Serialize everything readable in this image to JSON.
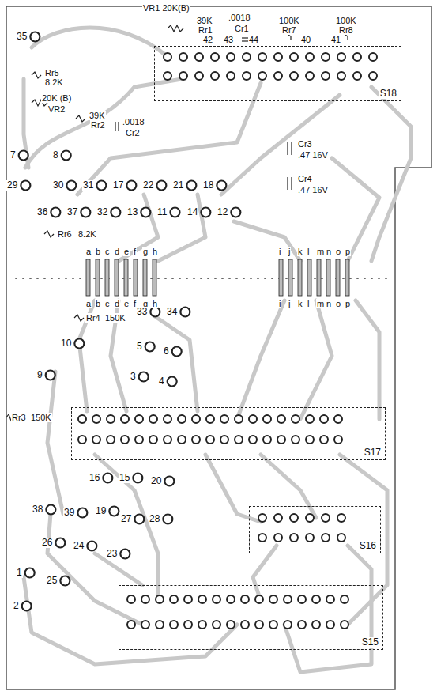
{
  "diagram": {
    "nodes": [
      {
        "text": [
          "S18"
        ]
      },
      {
        "text": [
          "S17"
        ]
      },
      {
        "text": [
          "S16"
        ]
      },
      {
        "text": [
          "S15"
        ]
      }
    ],
    "labels": [
      "VR1 20K(B)",
      "39K",
      "Rr1",
      ".0018",
      "Cr1",
      "100K",
      "Rr7",
      "100K",
      "Rr8",
      "42",
      "43",
      "44",
      "40",
      "41",
      "35",
      "Rr5",
      "8.2K",
      "20K (B)",
      "VR2",
      "39K",
      "Rr2",
      ".0018",
      "Cr2",
      "7",
      "8",
      "29",
      "30",
      "31",
      "17",
      "22",
      "21",
      "18",
      "36",
      "37",
      "32",
      "13",
      "11",
      "14",
      "12",
      "Cr3",
      ".47 16V",
      "Cr4",
      ".47 16V",
      "Rr6",
      "8.2K",
      "a",
      "b",
      "c",
      "d",
      "e",
      "f",
      "g",
      "h",
      "i",
      "j",
      "k",
      "l",
      "m",
      "n",
      "o",
      "p",
      "a",
      "b",
      "c",
      "d",
      "e",
      "f",
      "g",
      "h",
      "i",
      "j",
      "k",
      "l",
      "m",
      "n",
      "o",
      "p",
      "Rr4",
      "150K",
      "33",
      "34",
      "10",
      "5",
      "6",
      "9",
      "3",
      "4",
      "Rr3",
      "150K",
      "16",
      "15",
      "20",
      "38",
      "39",
      "19",
      "27",
      "28",
      "26",
      "24",
      "23",
      "1",
      "25",
      "2"
    ]
  }
}
